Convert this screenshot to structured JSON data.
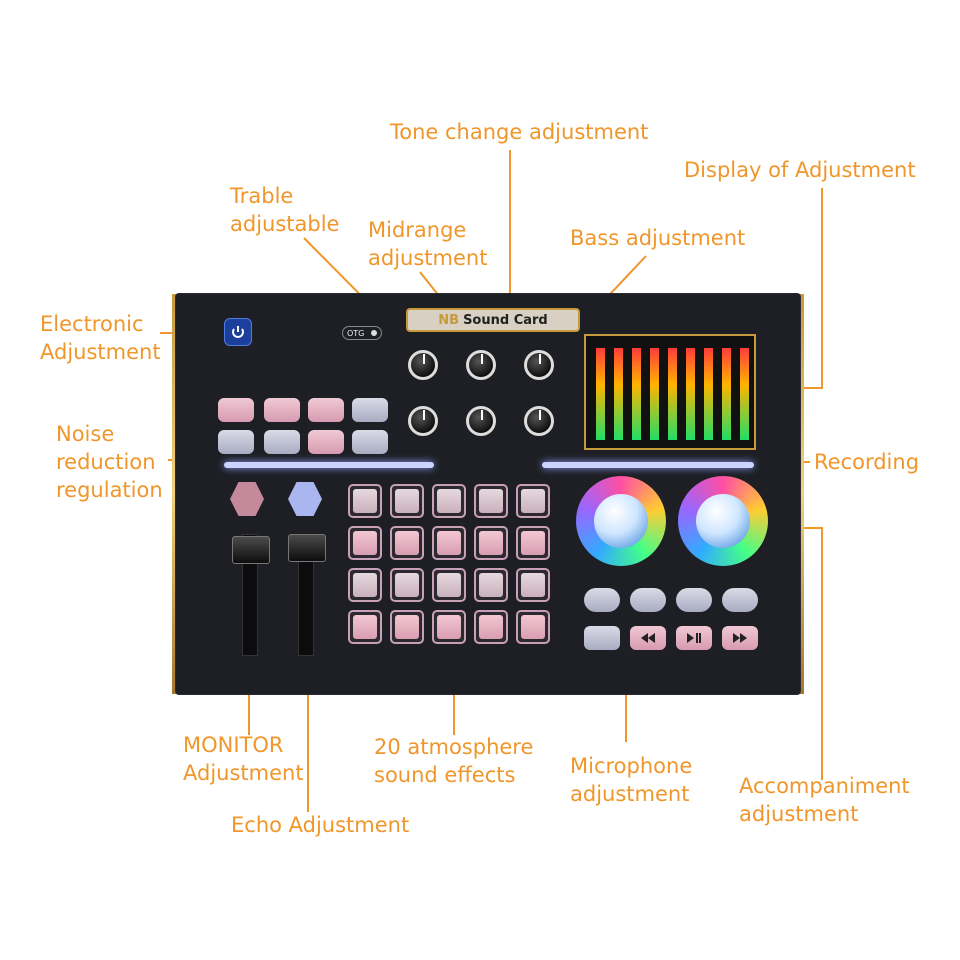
{
  "device": {
    "brand": "NB",
    "name": "Sound Card",
    "otg_label": "OTG"
  },
  "callouts": {
    "tone_change": "Tone change adjustment",
    "display": "Display of Adjustment",
    "treble": "Trable\nadjustable",
    "midrange": "Midrange\nadjustment",
    "bass": "Bass adjustment",
    "electronic": "Electronic\nAdjustment",
    "noise": "Noise\nreduction\nregulation",
    "recording": "Recording",
    "monitor": "MONITOR\nAdjustment",
    "atmosphere": "20 atmosphere\nsound effects",
    "microphone": "Microphone\nadjustment",
    "accompaniment": "Accompaniment\nadjustment",
    "echo": "Echo Adjustment"
  },
  "colors": {
    "callout": "#f0962a",
    "panel": "#1d1f24",
    "gold": "#c79a3c"
  },
  "icons": [
    "power-icon",
    "play-pause-icon",
    "rewind-icon",
    "fast-forward-icon"
  ]
}
